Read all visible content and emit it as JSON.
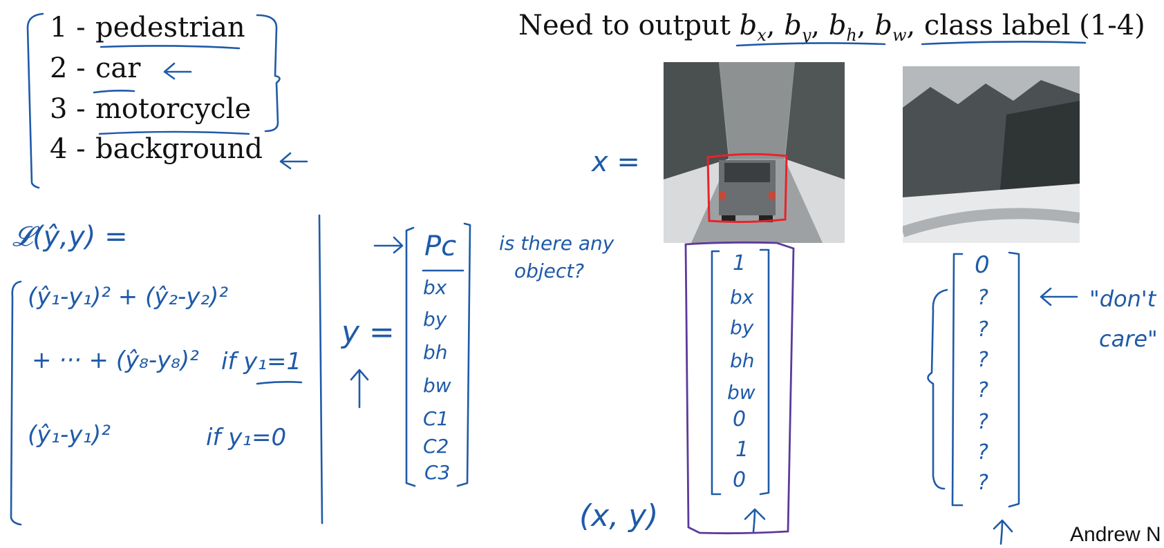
{
  "classes": [
    {
      "num": "1 -",
      "label": "pedestrian"
    },
    {
      "num": "2 -",
      "label": "car"
    },
    {
      "num": "3 -",
      "label": "motorcycle"
    },
    {
      "num": "4 -",
      "label": "background"
    }
  ],
  "header": {
    "prefix": "Need to output ",
    "vars": [
      {
        "base": "b",
        "sub": "x"
      },
      {
        "base": "b",
        "sub": "y"
      },
      {
        "base": "b",
        "sub": "h"
      },
      {
        "base": "b",
        "sub": "w"
      }
    ],
    "suffix": "class label (1-4)"
  },
  "handwriting": {
    "x_equals": "x =",
    "loss_lhs": "𝓛(ŷ,y) =",
    "loss_case1_line1": "(ŷ₁-y₁)² + (ŷ₂-y₂)²",
    "loss_case1_line2": "+ ··· + (ŷ₈-y₈)²",
    "if_y1_1": "if y₁=1",
    "loss_case2": "(ŷ₁-y₁)²",
    "if_y1_0": "if y₁=0",
    "y_equals": "y =",
    "y_vector": [
      "Pc",
      "bx",
      "by",
      "bh",
      "bw",
      "C1",
      "C2",
      "C3"
    ],
    "pc_note_line1": "is there any",
    "pc_note_line2": "object?",
    "car_vector": [
      "1",
      "bx",
      "by",
      "bh",
      "bw",
      "0",
      "1",
      "0"
    ],
    "bg_vector": [
      "0",
      "?",
      "?",
      "?",
      "?",
      "?",
      "?",
      "?"
    ],
    "dont_care_line1": "\"don't",
    "dont_care_line2": "care\"",
    "xy_pair": "(x, y)"
  },
  "credit": "Andrew N",
  "colors": {
    "ink": "#1f5aa8",
    "box": "#e8232a",
    "purple": "#5b3a9a"
  }
}
